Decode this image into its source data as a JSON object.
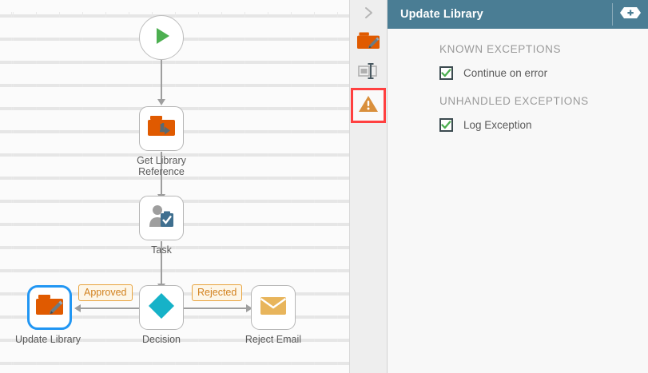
{
  "canvas": {
    "name": "workflow-canvas",
    "nodes": [
      {
        "id": "start",
        "label": "",
        "icon": "play-icon",
        "shape": "circle",
        "selected": false
      },
      {
        "id": "getlib",
        "label": "Get Library\nReference",
        "icon": "folder-arrow-icon",
        "shape": "box",
        "selected": false
      },
      {
        "id": "task",
        "label": "Task",
        "icon": "user-task-icon",
        "shape": "box",
        "selected": false
      },
      {
        "id": "updlib",
        "label": "Update Library",
        "icon": "folder-edit-icon",
        "shape": "box",
        "selected": true
      },
      {
        "id": "decision",
        "label": "Decision",
        "icon": "diamond-icon",
        "shape": "box",
        "selected": false
      },
      {
        "id": "reject",
        "label": "Reject Email",
        "icon": "envelope-icon",
        "shape": "box",
        "selected": false
      }
    ],
    "labels": {
      "start": "",
      "get_library_reference_line1": "Get Library",
      "get_library_reference_line2": "Reference",
      "task": "Task",
      "update_library": "Update Library",
      "decision": "Decision",
      "reject_email": "Reject Email"
    },
    "edge_badges": [
      {
        "id": "approved",
        "text": "Approved"
      },
      {
        "id": "rejected",
        "text": "Rejected"
      }
    ]
  },
  "icon_strip": {
    "collapse": {
      "name": "chevron-right-icon",
      "title": "Expand"
    },
    "items": [
      {
        "name": "folder-edit-icon",
        "active": false
      },
      {
        "name": "properties-icon",
        "active": false
      },
      {
        "name": "warning-icon",
        "active": true
      }
    ]
  },
  "panel": {
    "title": "Update Library",
    "add_button": "add-icon",
    "sections": [
      {
        "heading": "KNOWN EXCEPTIONS",
        "options": [
          {
            "label": "Continue on error",
            "checked": true
          }
        ]
      },
      {
        "heading": "UNHANDLED EXCEPTIONS",
        "options": [
          {
            "label": "Log Exception",
            "checked": true
          }
        ]
      }
    ]
  },
  "colors": {
    "header_teal": "#4a7d94",
    "selection_blue": "#2196f3",
    "selection_red": "#ff4040",
    "orange": "#e05a00",
    "badge_orange": "#d2811e",
    "green": "#4caf50",
    "diamond_teal": "#16b2c8",
    "envelope_gold": "#e8b55c",
    "connector_gray": "#9e9e9e"
  }
}
